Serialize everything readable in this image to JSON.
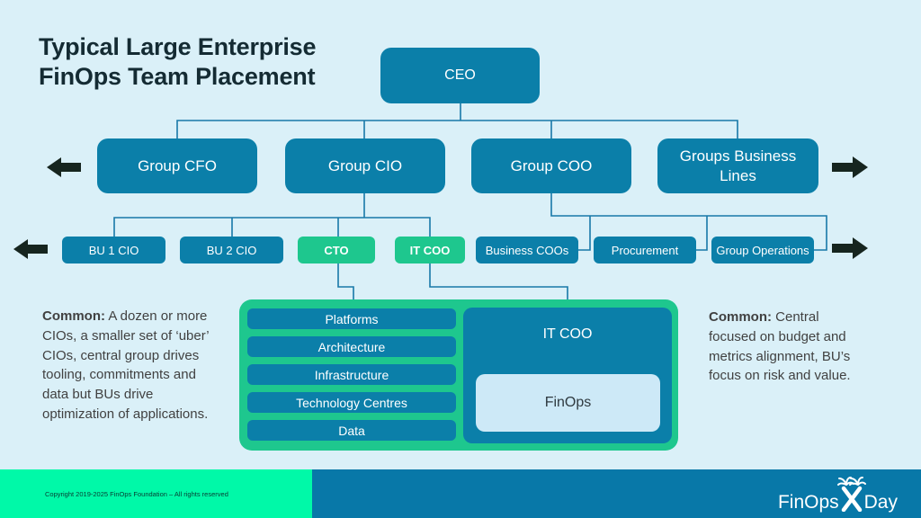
{
  "title": {
    "line1": "Typical Large Enterprise",
    "line2": "FinOps Team Placement"
  },
  "diagram": {
    "ceo": "CEO",
    "group_cfo": "Group CFO",
    "group_cio": "Group CIO",
    "group_coo": "Group COO",
    "groups_business_lines": "Groups Business Lines",
    "bu1_cio": "BU 1 CIO",
    "bu2_cio": "BU 2 CIO",
    "cto": "CTO",
    "it_coo": "IT COO",
    "business_coos": "Business COOs",
    "procurement": "Procurement",
    "group_operations": "Group Operations",
    "cto_team": [
      "Platforms",
      "Architecture",
      "Infrastructure",
      "Technology Centres",
      "Data"
    ],
    "it_coo_container_label": "IT COO",
    "finops": "FinOps"
  },
  "notes": {
    "left_bold": "Common:",
    "left_text": " A dozen or more CIOs, a smaller set of ‘uber’ CIOs, central group drives tooling, commitments and data but BUs drive optimization of applications.",
    "right_bold": "Common:",
    "right_text": " Central focused on budget and metrics alignment, BU’s focus on risk and value."
  },
  "footer": {
    "copyright": "Copyright 2019-2025 FinOps Foundation – All rights reserved",
    "logo_finops": "FinOps",
    "logo_day": "Day"
  },
  "icons": {
    "left_arrows": "block-arrow-left",
    "right_arrows": "block-arrow-right",
    "logo_mark": "palm-trees-x"
  },
  "colors": {
    "background": "#DAF0F8",
    "box_teal": "#0B7FA9",
    "accent_green": "#1EC78E",
    "connector": "#1879A8",
    "arrow": "#16251F",
    "finops_box": "#CDE9F7",
    "footer_green": "#00F9A8",
    "footer_teal": "#0878A8",
    "title_text": "#142B33"
  }
}
